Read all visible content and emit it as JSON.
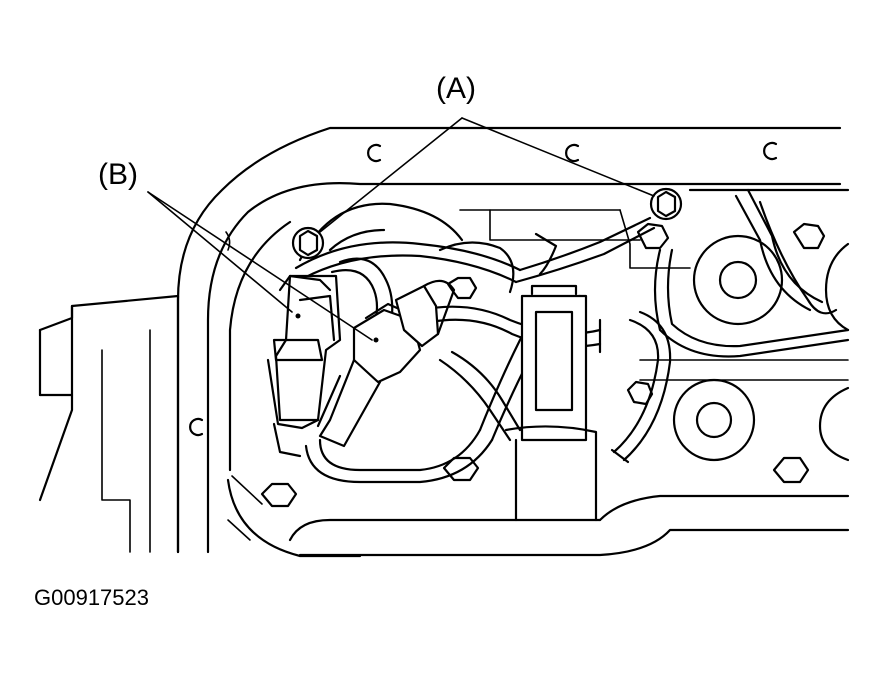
{
  "callouts": {
    "a": "(A)",
    "b": "(B)"
  },
  "figure_id": "G00917523"
}
